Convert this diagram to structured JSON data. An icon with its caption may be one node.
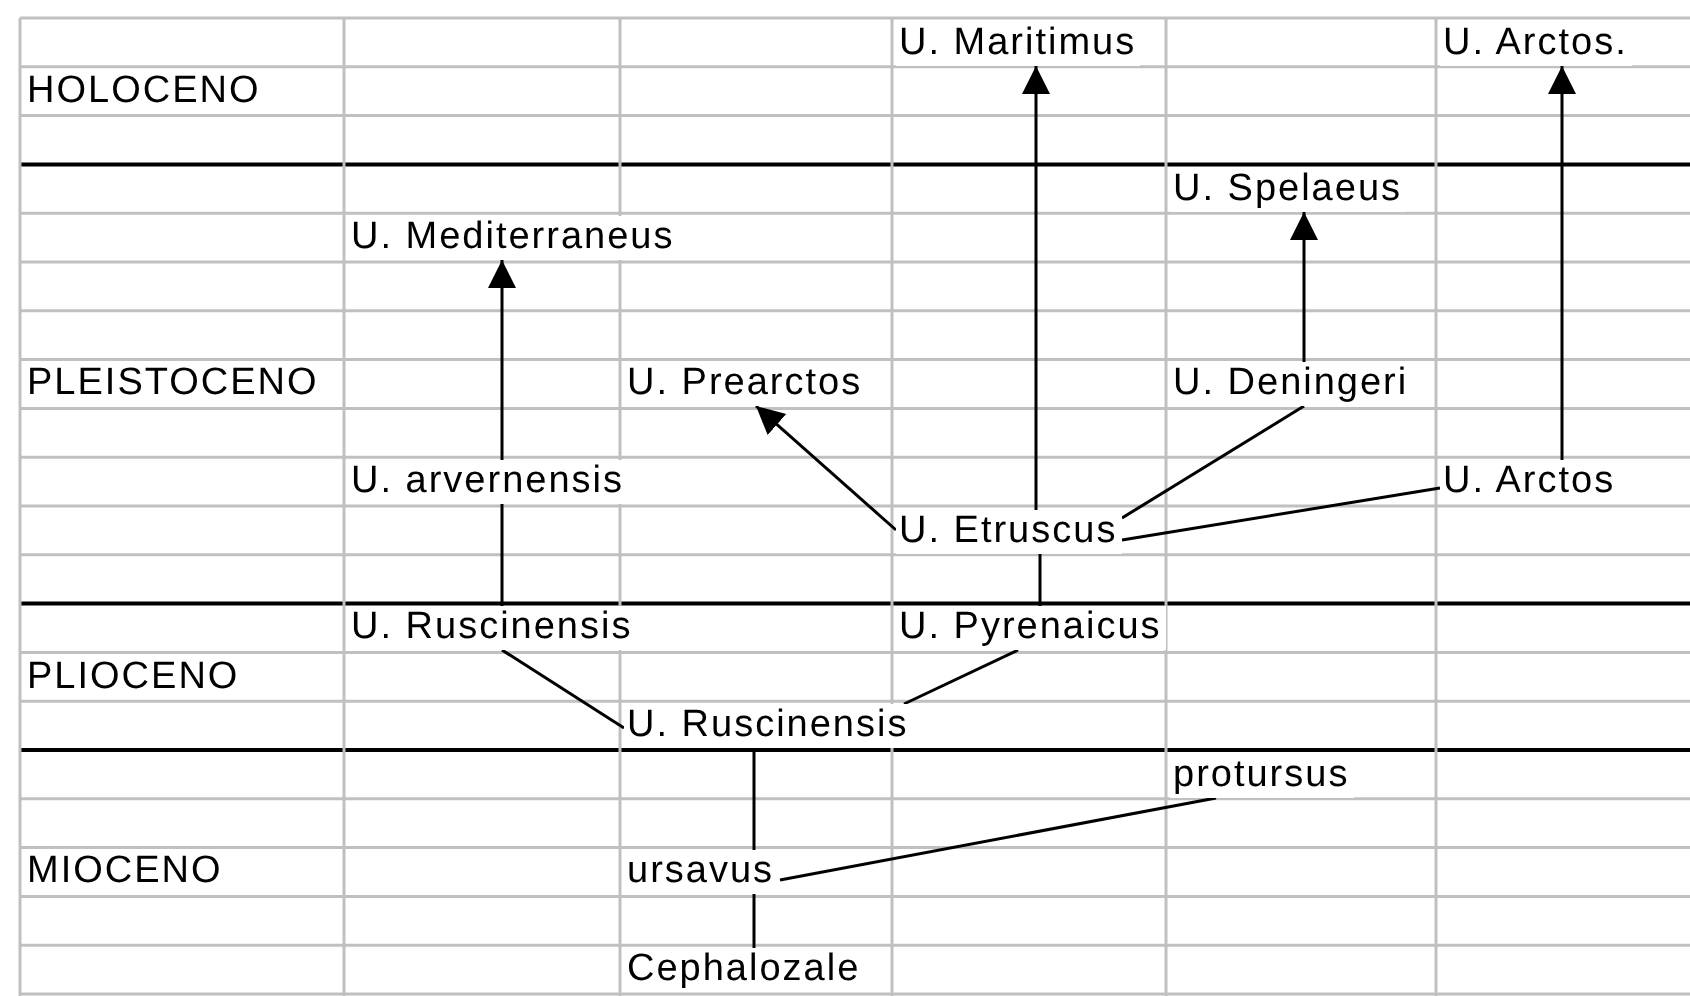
{
  "diagram": {
    "nodes": [
      {
        "text": [
          "U. Maritimus"
        ]
      },
      {
        "text": [
          "U. Arctos."
        ]
      },
      {
        "text": [
          "U. Spelaeus"
        ]
      },
      {
        "text": [
          "U. Mediterraneus"
        ]
      },
      {
        "text": [
          "U. Prearctos"
        ]
      },
      {
        "text": [
          "U. Deningeri"
        ]
      },
      {
        "text": [
          "U. arvernensis"
        ]
      },
      {
        "text": [
          "U. Arctos"
        ]
      },
      {
        "text": [
          "U. Etruscus"
        ]
      },
      {
        "text": [
          "U. Ruscinensis"
        ]
      },
      {
        "text": [
          "U. Pyrenaicus"
        ]
      },
      {
        "text": [
          "U. Ruscinensis"
        ]
      },
      {
        "text": [
          "protursus"
        ]
      },
      {
        "text": [
          "ursavus"
        ]
      },
      {
        "text": [
          "Cephalozale"
        ]
      }
    ],
    "edges": [
      {
        "from": 8,
        "to": 0,
        "arrow": "to"
      },
      {
        "from": 7,
        "to": 1,
        "arrow": "to"
      },
      {
        "from": 5,
        "to": 2,
        "arrow": "to"
      },
      {
        "from": 6,
        "to": 3,
        "arrow": "to"
      },
      {
        "from": 8,
        "to": 4,
        "arrow": "to"
      },
      {
        "from": 8,
        "to": 5,
        "arrow": "none"
      },
      {
        "from": 8,
        "to": 7,
        "arrow": "none"
      },
      {
        "from": 9,
        "to": 6,
        "arrow": "none"
      },
      {
        "from": 10,
        "to": 8,
        "arrow": "none"
      },
      {
        "from": 11,
        "to": 9,
        "arrow": "none"
      },
      {
        "from": 11,
        "to": 10,
        "arrow": "none"
      },
      {
        "from": 13,
        "to": 11,
        "arrow": "none"
      },
      {
        "from": 13,
        "to": 12,
        "arrow": "none"
      },
      {
        "from": 14,
        "to": 13,
        "arrow": "none"
      }
    ],
    "labels": [
      "HOLOCENO",
      "PLEISTOCENO",
      "PLIOCENO",
      "MIOCENO"
    ]
  }
}
